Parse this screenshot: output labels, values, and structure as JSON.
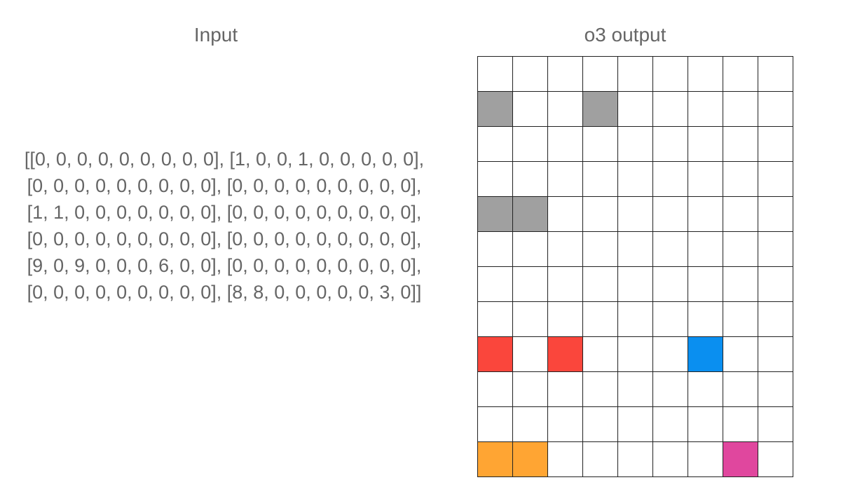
{
  "input_panel": {
    "title": "Input",
    "text": "[[0, 0, 0, 0, 0, 0, 0, 0, 0], [1, 0, 0, 1, 0, 0, 0, 0, 0], [0, 0, 0, 0, 0, 0, 0, 0, 0], [0, 0, 0, 0, 0, 0, 0, 0, 0], [1, 1, 0, 0, 0, 0, 0, 0, 0], [0, 0, 0, 0, 0, 0, 0, 0, 0], [0, 0, 0, 0, 0, 0, 0, 0, 0], [0, 0, 0, 0, 0, 0, 0, 0, 0], [9, 0, 9, 0, 0, 0, 6, 0, 0], [0, 0, 0, 0, 0, 0, 0, 0, 0], [0, 0, 0, 0, 0, 0, 0, 0, 0], [8, 8, 0, 0, 0, 0, 0, 3, 0]]"
  },
  "output_panel": {
    "title": "o3 output",
    "grid": [
      [
        0,
        0,
        0,
        0,
        0,
        0,
        0,
        0,
        0
      ],
      [
        5,
        0,
        0,
        5,
        0,
        0,
        0,
        0,
        0
      ],
      [
        0,
        0,
        0,
        0,
        0,
        0,
        0,
        0,
        0
      ],
      [
        0,
        0,
        0,
        0,
        0,
        0,
        0,
        0,
        0
      ],
      [
        5,
        5,
        0,
        0,
        0,
        0,
        0,
        0,
        0
      ],
      [
        0,
        0,
        0,
        0,
        0,
        0,
        0,
        0,
        0
      ],
      [
        0,
        0,
        0,
        0,
        0,
        0,
        0,
        0,
        0
      ],
      [
        0,
        0,
        0,
        0,
        0,
        0,
        0,
        0,
        0
      ],
      [
        2,
        0,
        2,
        0,
        0,
        0,
        1,
        0,
        0
      ],
      [
        0,
        0,
        0,
        0,
        0,
        0,
        0,
        0,
        0
      ],
      [
        0,
        0,
        0,
        0,
        0,
        0,
        0,
        0,
        0
      ],
      [
        7,
        7,
        0,
        0,
        0,
        0,
        0,
        6,
        0
      ]
    ],
    "palette": {
      "0": "#ffffff",
      "1": "#0a8ff0",
      "2": "#fa463c",
      "5": "#a0a0a0",
      "6": "#e0479e",
      "7": "#ffa533"
    }
  }
}
